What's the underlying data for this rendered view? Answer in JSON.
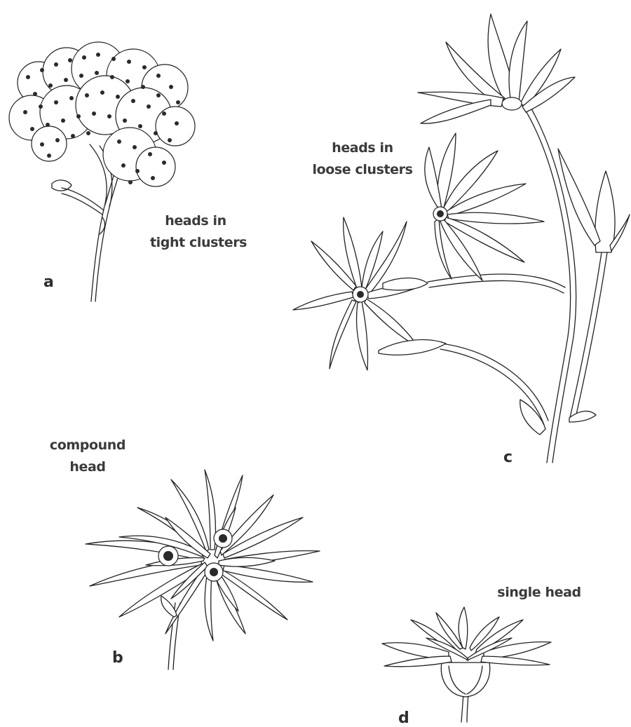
{
  "labels": {
    "a_caption_line1": "heads in",
    "a_caption_line2": "tight clusters",
    "c_caption_line1": "heads in",
    "c_caption_line2": "loose clusters",
    "b_caption_line1": "compound",
    "b_caption_line2": "head",
    "d_caption": "single head"
  },
  "figure_letters": {
    "a": "a",
    "b": "b",
    "c": "c",
    "d": "d"
  }
}
